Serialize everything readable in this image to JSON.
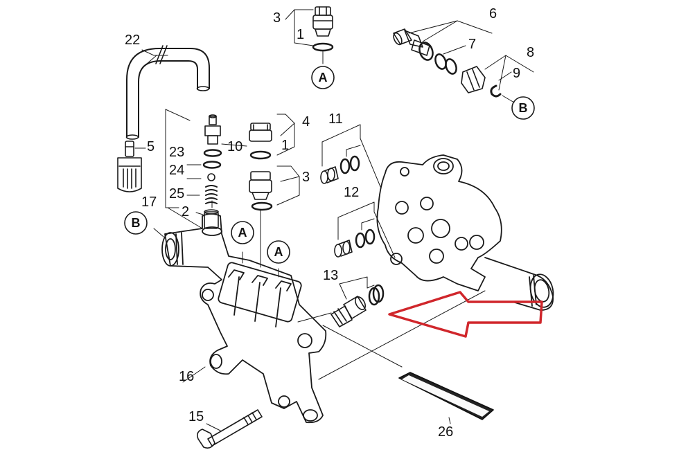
{
  "diagram": {
    "part_numbers": {
      "p1a": "1",
      "p1b": "1",
      "p2": "2",
      "p3a": "3",
      "p3b": "3",
      "p4": "4",
      "p5": "5",
      "p6": "6",
      "p7": "7",
      "p8": "8",
      "p9": "9",
      "p10": "10",
      "p11": "11",
      "p12": "12",
      "p13": "13",
      "p15": "15",
      "p16": "16",
      "p17": "17",
      "p22": "22",
      "p23": "23",
      "p24": "24",
      "p25": "25",
      "p26": "26"
    },
    "connection_markers": {
      "a1": "A",
      "a2": "A",
      "a3": "A",
      "b1": "B",
      "b2": "B"
    },
    "colors": {
      "line": "#1a1a1a",
      "highlight_arrow": "#d0262b",
      "strip": "#222222"
    }
  }
}
